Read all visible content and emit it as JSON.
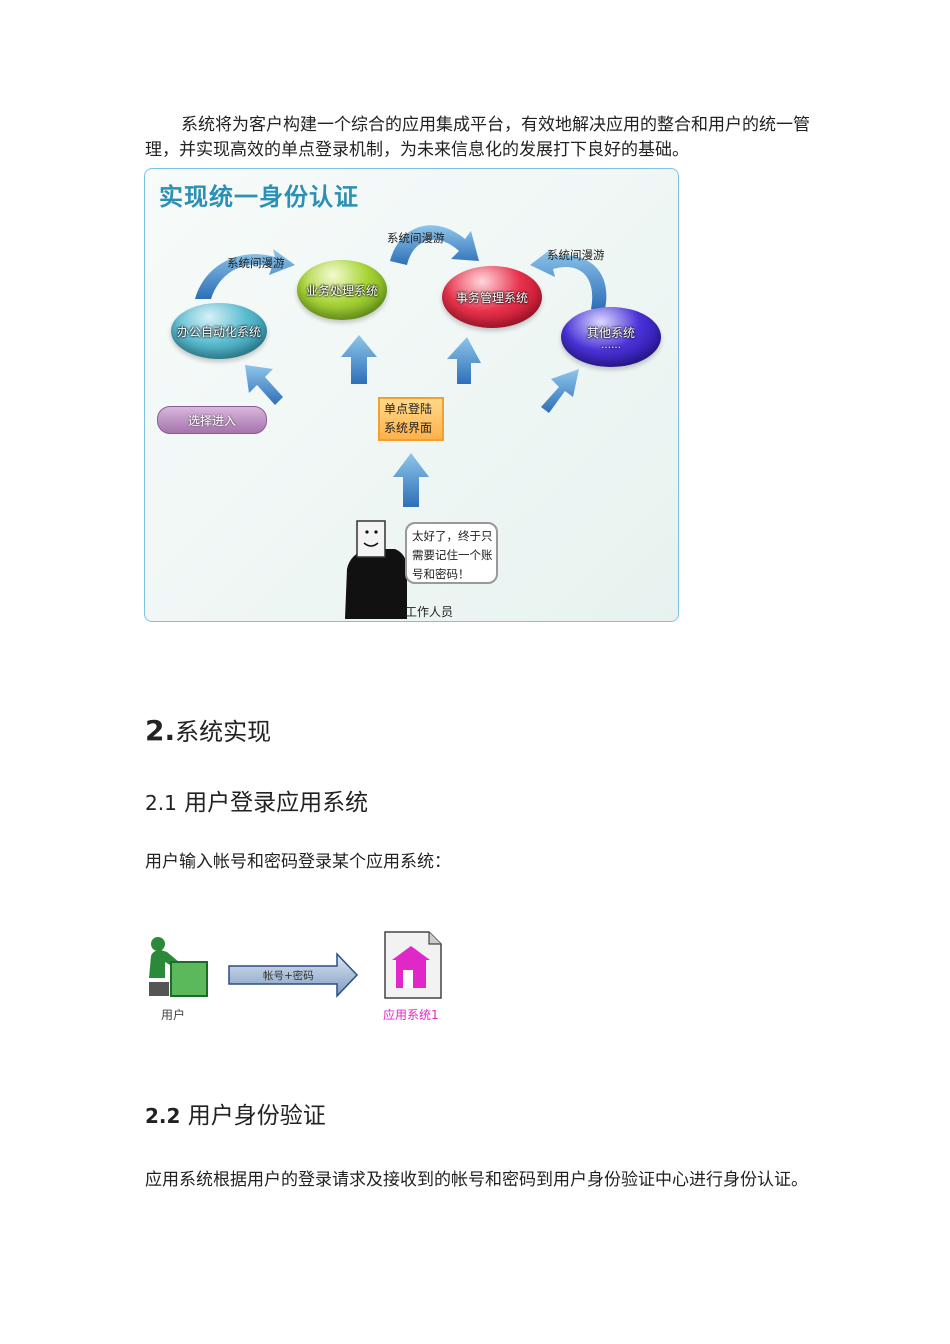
{
  "intro": "系统将为客户构建一个综合的应用集成平台，有效地解决应用的整合和用户的统一管理，并实现高效的单点登录机制，为未来信息化的发展打下良好的基础。",
  "diagram": {
    "title": "实现统一身份认证",
    "roam_left": "系统间漫游",
    "roam_mid": "系统间漫游",
    "roam_right": "系统间漫游",
    "oa": "办公自动化系统",
    "biz": "业务处理系统",
    "affairs": "事务管理系统",
    "other": "其他系统",
    "other_more": "……",
    "select": "选择进入",
    "sso_line1": "单点登陆",
    "sso_line2": "系统界面",
    "bubble_line1": "太好了，终于只",
    "bubble_line2": "需要记住一个账",
    "bubble_line3": "号和密码！",
    "worker": "工作人员"
  },
  "section2": {
    "num": "2.",
    "title": "系统实现"
  },
  "s21": {
    "num": "2.1",
    "title": "用户登录应用系统",
    "body": "用户输入帐号和密码登录某个应用系统："
  },
  "flow": {
    "user": "用户",
    "arrow": "帐号+密码",
    "app": "应用系统1"
  },
  "s22": {
    "num": "2.2",
    "title": "用户身份验证",
    "body": "应用系统根据用户的登录请求及接收到的帐号和密码到用户身份验证中心进行身份认证。"
  }
}
